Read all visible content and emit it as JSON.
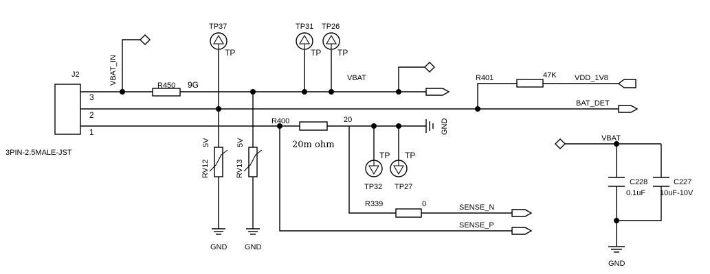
{
  "connector": {
    "ref": "J2",
    "part": "3PIN-2.5MALE-JST",
    "pins": [
      "3",
      "2",
      "1"
    ]
  },
  "nets": {
    "vbat_in": "VBAT_IN",
    "vbat": "VBAT",
    "vdd_1v8": "VDD_1V8",
    "bat_det": "BAT_DET",
    "sense_n": "SENSE_N",
    "sense_p": "SENSE_P",
    "gnd": "GND"
  },
  "resistors": {
    "r450": {
      "ref": "R450",
      "value": "9G"
    },
    "r401": {
      "ref": "R401",
      "value": "47K"
    },
    "r400": {
      "ref": "R400",
      "value": "20m ohm"
    },
    "r339": {
      "ref": "R339",
      "value": "0"
    }
  },
  "node_label_20": "20",
  "varistors": {
    "rv12": {
      "ref": "RV12",
      "value": "5V"
    },
    "rv13": {
      "ref": "RV13",
      "value": "5V"
    }
  },
  "testpoints": {
    "tp37": {
      "ref": "TP37",
      "type": "TP"
    },
    "tp31": {
      "ref": "TP31",
      "type": "TP"
    },
    "tp26": {
      "ref": "TP26",
      "type": "TP"
    },
    "tp32": {
      "ref": "TP32",
      "type": "TP"
    },
    "tp27": {
      "ref": "TP27",
      "type": "TP"
    }
  },
  "capacitors": {
    "c228": {
      "ref": "C228",
      "value": "0.1uF"
    },
    "c227": {
      "ref": "C227",
      "value": "10uF-10V"
    }
  }
}
